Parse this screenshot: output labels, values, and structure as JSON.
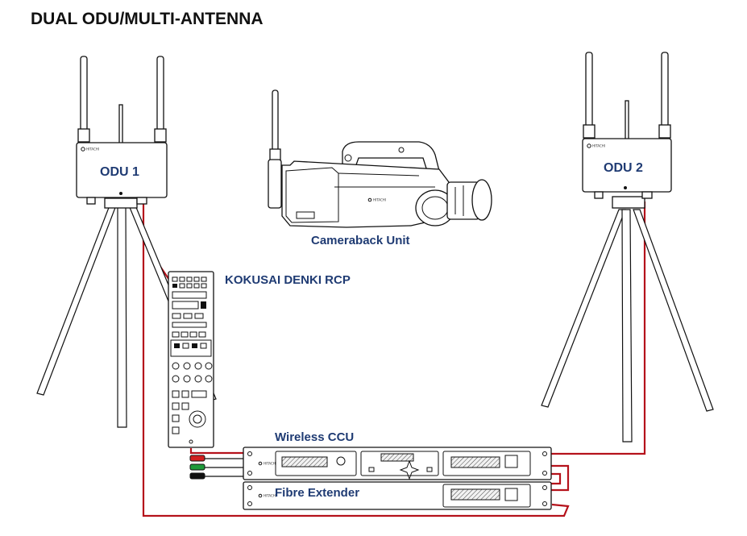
{
  "title": "DUAL ODU/MULTI-ANTENNA",
  "devices": {
    "odu1": {
      "label": "ODU 1",
      "brand": "HITACHI"
    },
    "odu2": {
      "label": "ODU 2",
      "brand": "HITACHI"
    },
    "camera": {
      "label": "Cameraback Unit",
      "brand": "HITACHI"
    },
    "rcp": {
      "label": "KOKUSAI DENKI RCP"
    },
    "ccu": {
      "label": "Wireless CCU",
      "brand": "HITACHI"
    },
    "fibre": {
      "label": "Fibre Extender",
      "brand": "HITACHI"
    }
  },
  "colors": {
    "cable": "#b5121b",
    "label_blue": "#1f3b73",
    "plug_red": "#d11f1f",
    "plug_green": "#1e9a3a",
    "plug_black": "#111111"
  }
}
